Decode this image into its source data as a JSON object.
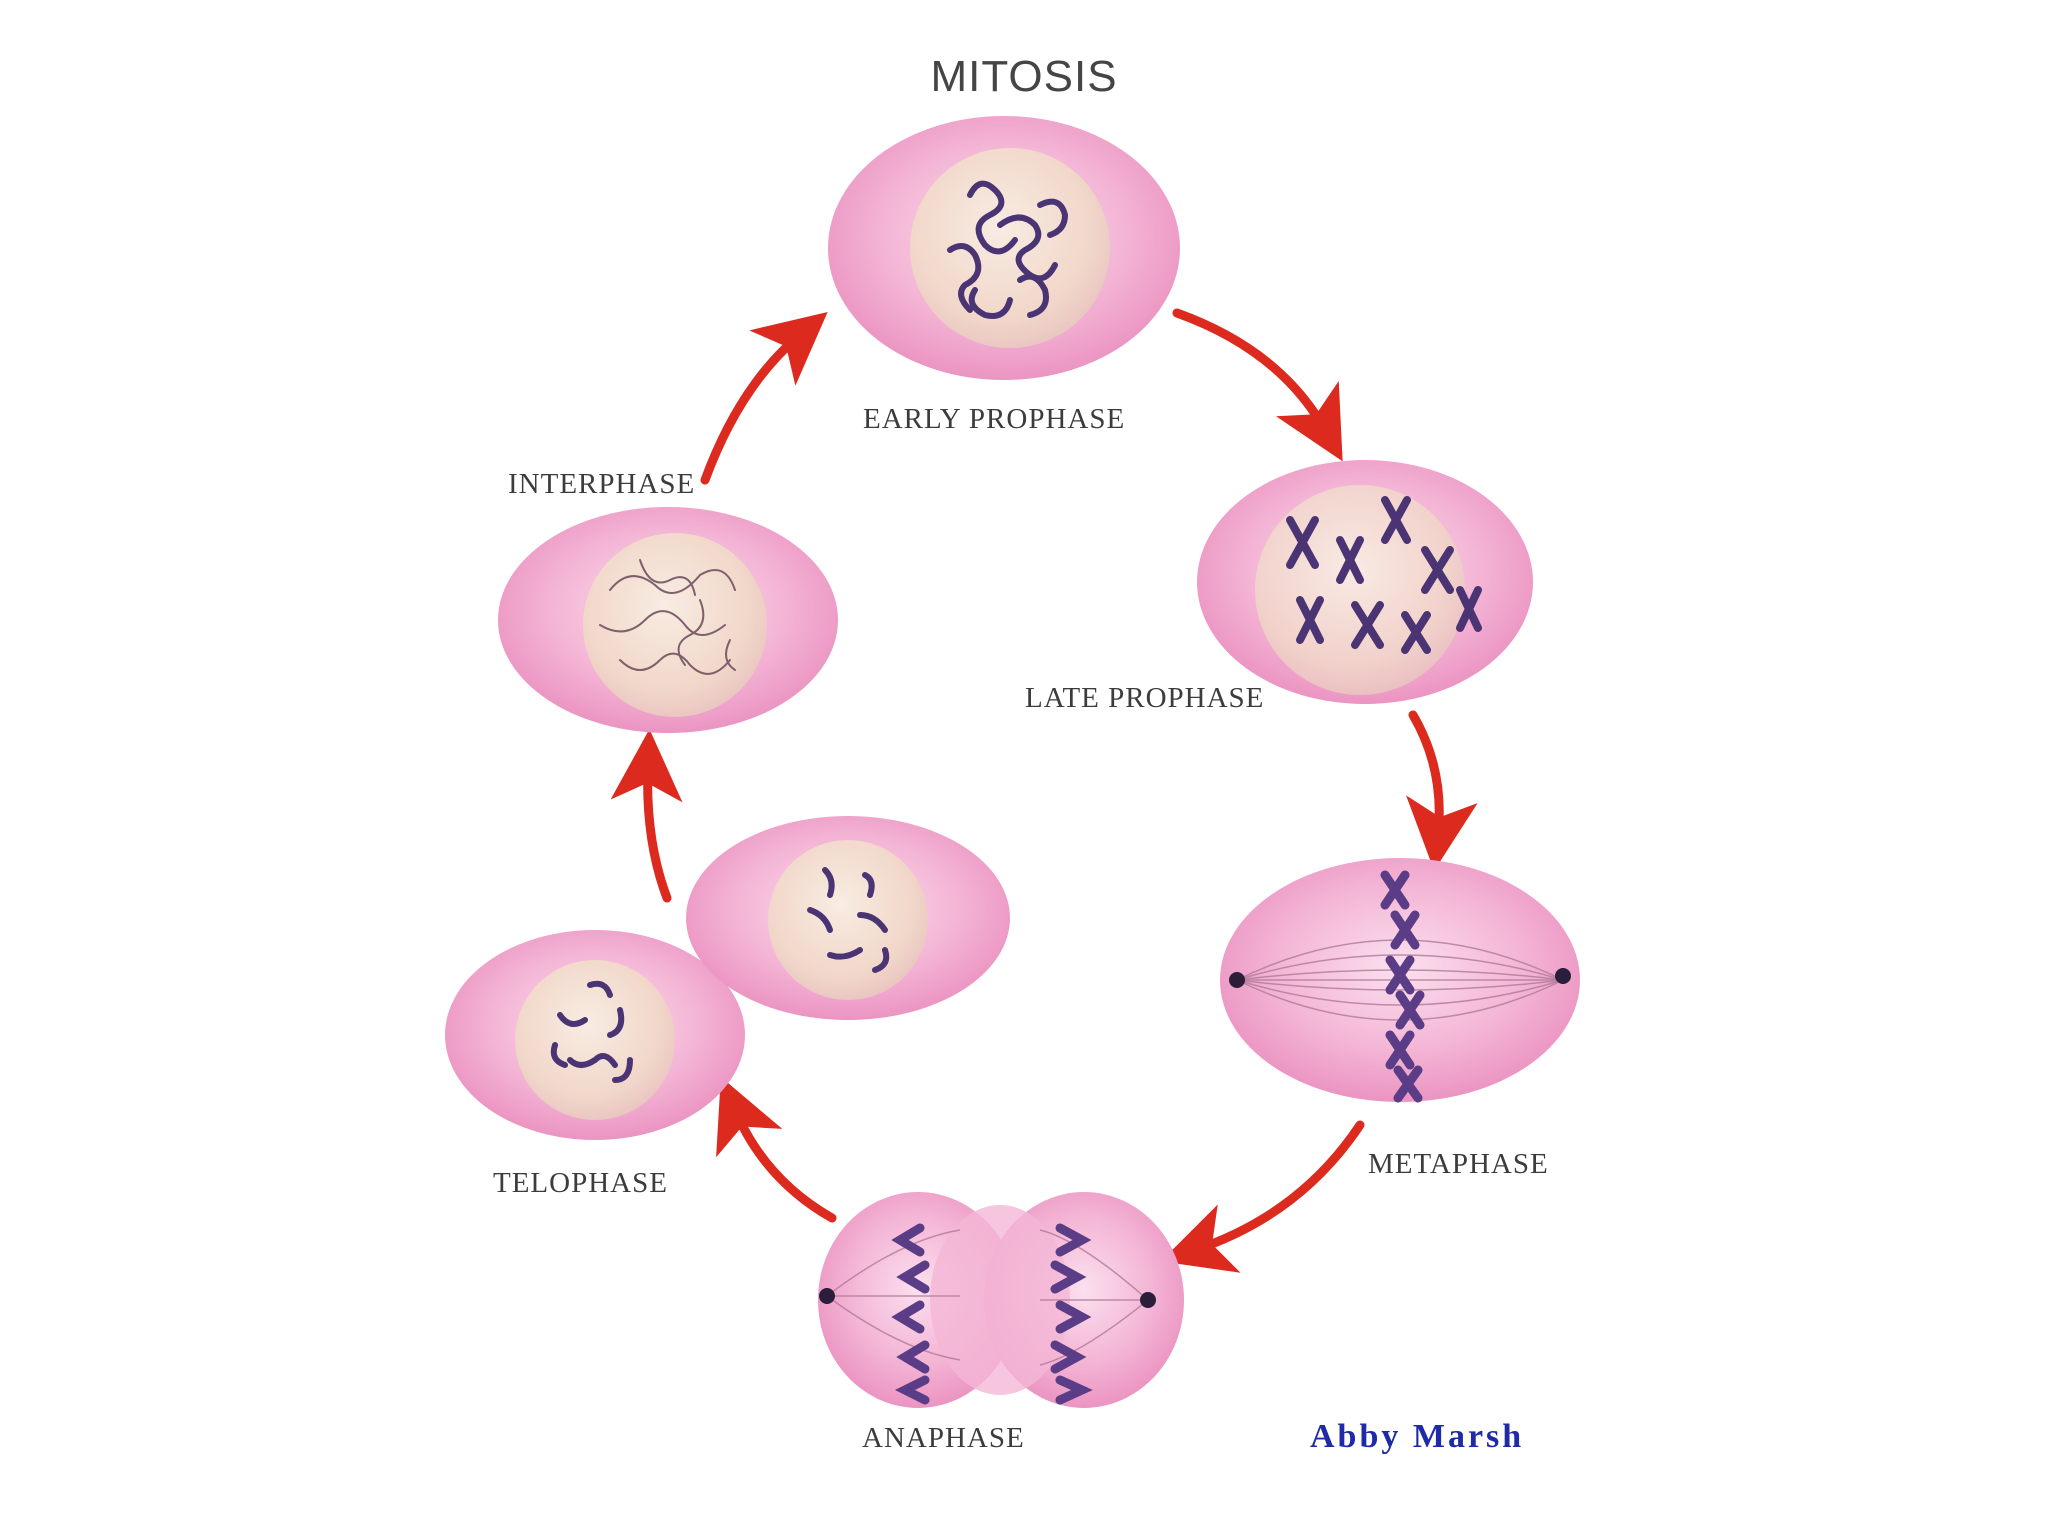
{
  "title": "MITOSIS",
  "stages": {
    "early_prophase": "EARLY PROPHASE",
    "late_prophase": "LATE PROPHASE",
    "metaphase": "METAPHASE",
    "anaphase": "ANAPHASE",
    "telophase": "TELOPHASE",
    "interphase": "INTERPHASE"
  },
  "credit": "Abby Marsh",
  "colors": {
    "cell_membrane": "#ef9dc6",
    "cell_cytoplasm": "#f6c2dd",
    "nucleus": "#f3ddd0",
    "chromosome": "#4b3473",
    "arrow": "#dd2a1e",
    "credit": "#1f2aa6"
  }
}
